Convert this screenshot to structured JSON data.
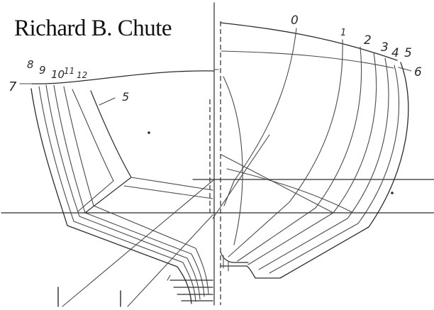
{
  "author": "Richard B. Chute",
  "station_labels": {
    "aft": [
      "7",
      "8",
      "9",
      "10",
      "11",
      "12",
      "5"
    ],
    "fwd": [
      "0",
      "1",
      "2",
      "3",
      "4",
      "5",
      "6"
    ]
  },
  "colors": {
    "ink": "#2b2b2b",
    "paper": "#ffffff"
  }
}
